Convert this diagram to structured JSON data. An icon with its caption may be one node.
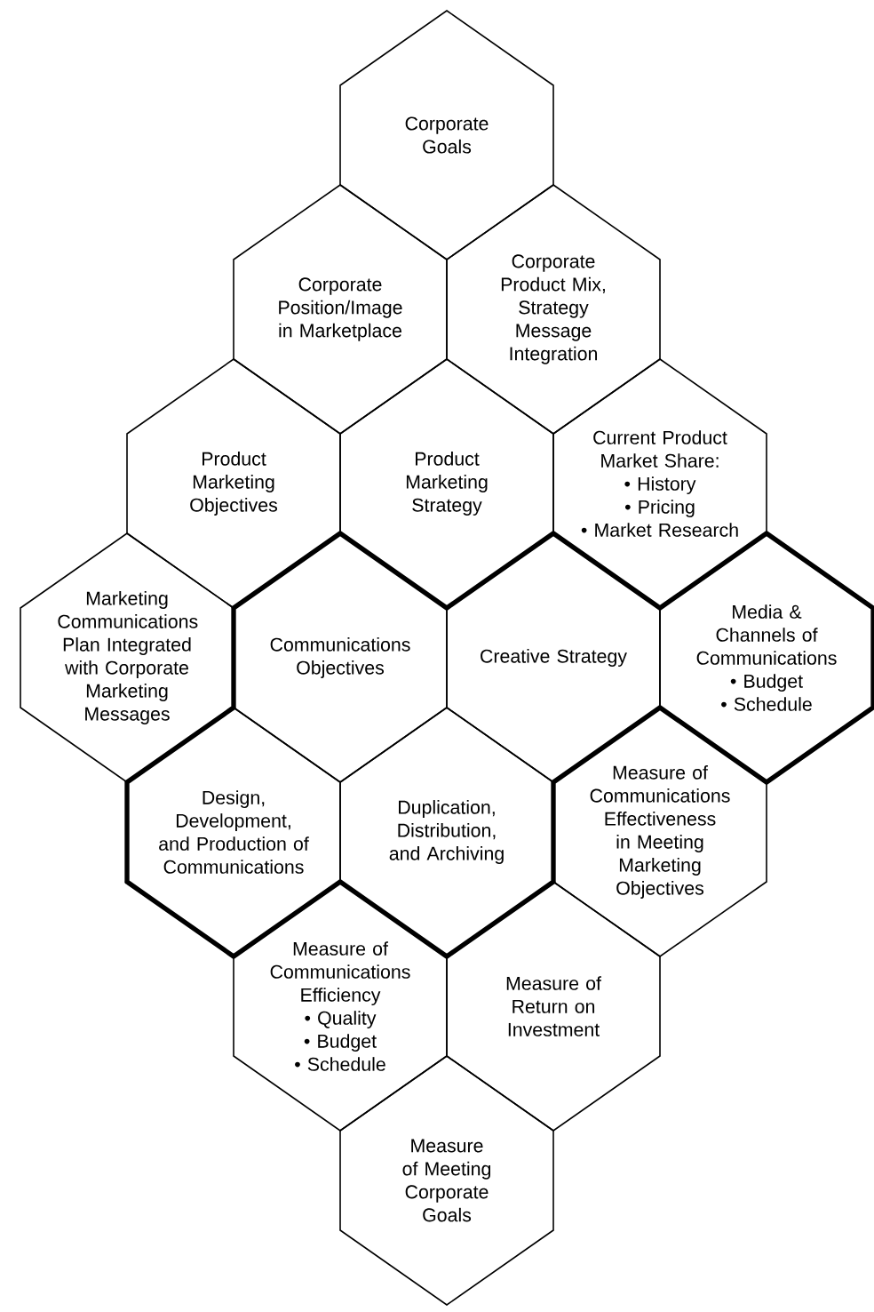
{
  "diagram": {
    "nodes": [
      {
        "text": [
          "Corporate Goals"
        ]
      },
      {
        "text": [
          "Corporate Position/Image in Marketplace"
        ]
      },
      {
        "text": [
          "Corporate Product Mix, Strategy Message Integration"
        ]
      },
      {
        "text": [
          "Product Marketing Objectives"
        ]
      },
      {
        "text": [
          "Product Marketing Strategy"
        ]
      },
      {
        "text": [
          "Current Product Market Share:",
          "• History",
          "• Pricing",
          "• Market Research"
        ]
      },
      {
        "text": [
          "Marketing Communications Plan Integrated with Corporate Marketing Messages"
        ]
      },
      {
        "text": [
          "Communications Objectives"
        ]
      },
      {
        "text": [
          "Creative Strategy"
        ]
      },
      {
        "text": [
          "Media & Channels of Communications",
          "• Budget",
          "• Schedule"
        ]
      },
      {
        "text": [
          "Design, Development, and Production of Communications"
        ]
      },
      {
        "text": [
          "Duplication, Distribution, and Archiving"
        ]
      },
      {
        "text": [
          "Measure of Communications Effectiveness in Meeting Marketing Objectives"
        ]
      },
      {
        "text": [
          "Measure of Communications Efficiency",
          "• Quality",
          "• Budget",
          "• Schedule"
        ]
      },
      {
        "text": [
          "Measure of Return on Investment"
        ]
      },
      {
        "text": [
          "Measure of Meeting Corporate Goals"
        ]
      }
    ]
  }
}
